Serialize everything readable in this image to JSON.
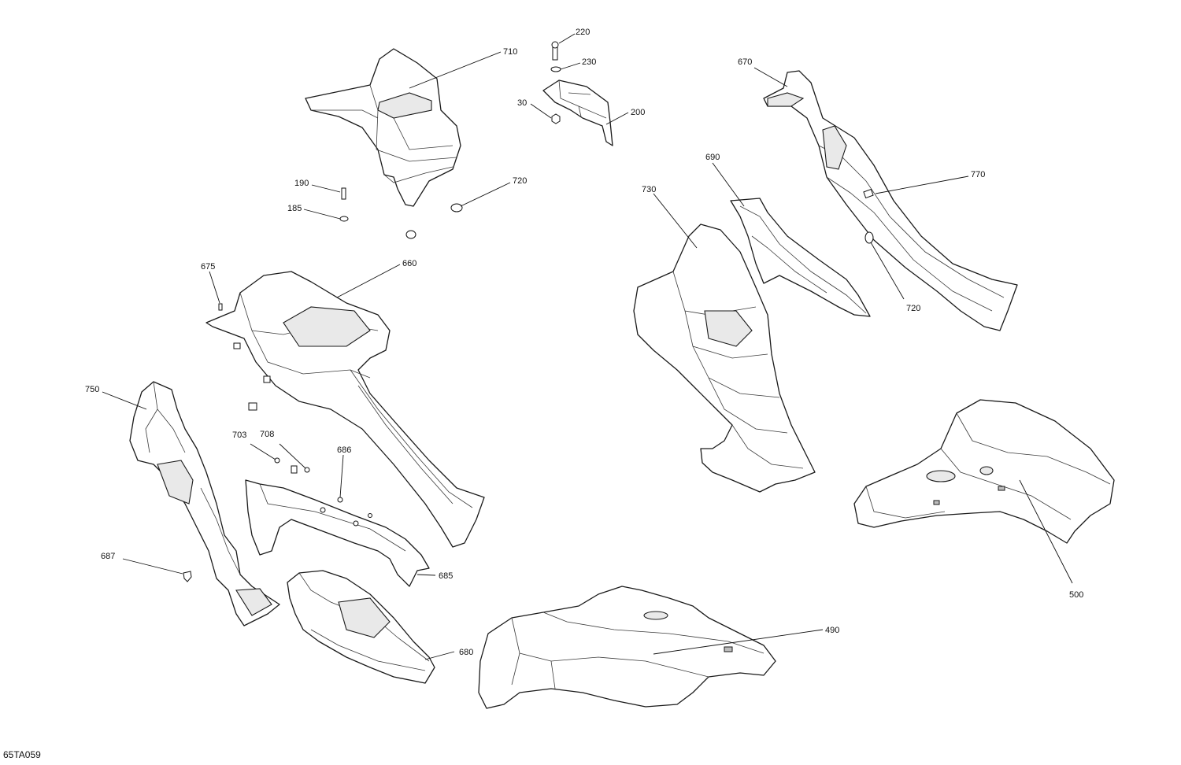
{
  "diagram": {
    "reference_code": "65TA059",
    "callouts": {
      "c710": "710",
      "c220": "220",
      "c230": "230",
      "c30": "30",
      "c200": "200",
      "c670": "670",
      "c190": "190",
      "c185": "185",
      "c720a": "720",
      "c690": "690",
      "c730": "730",
      "c770": "770",
      "c720b": "720",
      "c675": "675",
      "c660": "660",
      "c750": "750",
      "c703": "703",
      "c708": "708",
      "c686": "686",
      "c687": "687",
      "c685": "685",
      "c680": "680",
      "c490": "490",
      "c500": "500"
    }
  }
}
